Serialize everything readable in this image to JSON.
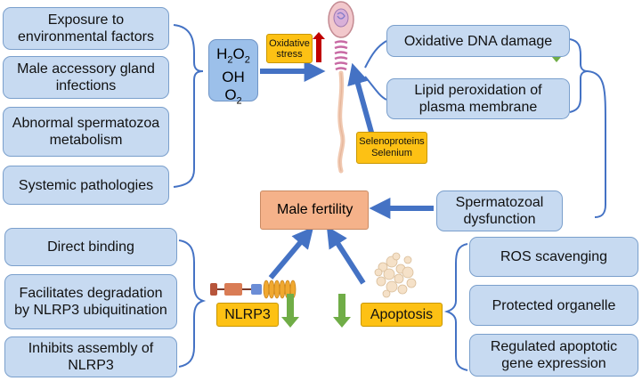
{
  "left_causes": [
    "Exposure to environmental factors",
    "Male accessory gland infections",
    "Abnormal spermatozoa metabolism",
    "Systemic pathologies"
  ],
  "ros": {
    "line1_base": "H",
    "line1_sub": "2",
    "line1_mid": "O",
    "line1_sub2": "2",
    "line2": "OH",
    "line3_base": "O",
    "line3_sub": "2"
  },
  "oxidative_stress": "Oxidative stress",
  "selenium_label": [
    "Selenoproteins",
    "Selenium"
  ],
  "right_effects": [
    "Oxidative DNA damage",
    "Lipid peroxidation of plasma membrane"
  ],
  "spermatozoal": "Spermatozoal dysfunction",
  "male_fertility": "Male fertility",
  "nlrp3_effects": [
    "Direct binding",
    "Facilitates degradation by NLRP3 ubiquitination",
    "Inhibits assembly of NLRP3"
  ],
  "nlrp3_label": "NLRP3",
  "apoptosis_label": "Apoptosis",
  "apoptosis_effects": [
    "ROS scavenging",
    "Protected organelle",
    "Regulated apoptotic gene expression"
  ],
  "colors": {
    "box_fill": "#c7daf1",
    "box_border": "#7a9fcc",
    "arrow_blue": "#4472c4",
    "arrow_green": "#70ad47",
    "arrow_red": "#c00000",
    "label_yellow": "#fdc114",
    "fertility_fill": "#f5b28a"
  }
}
